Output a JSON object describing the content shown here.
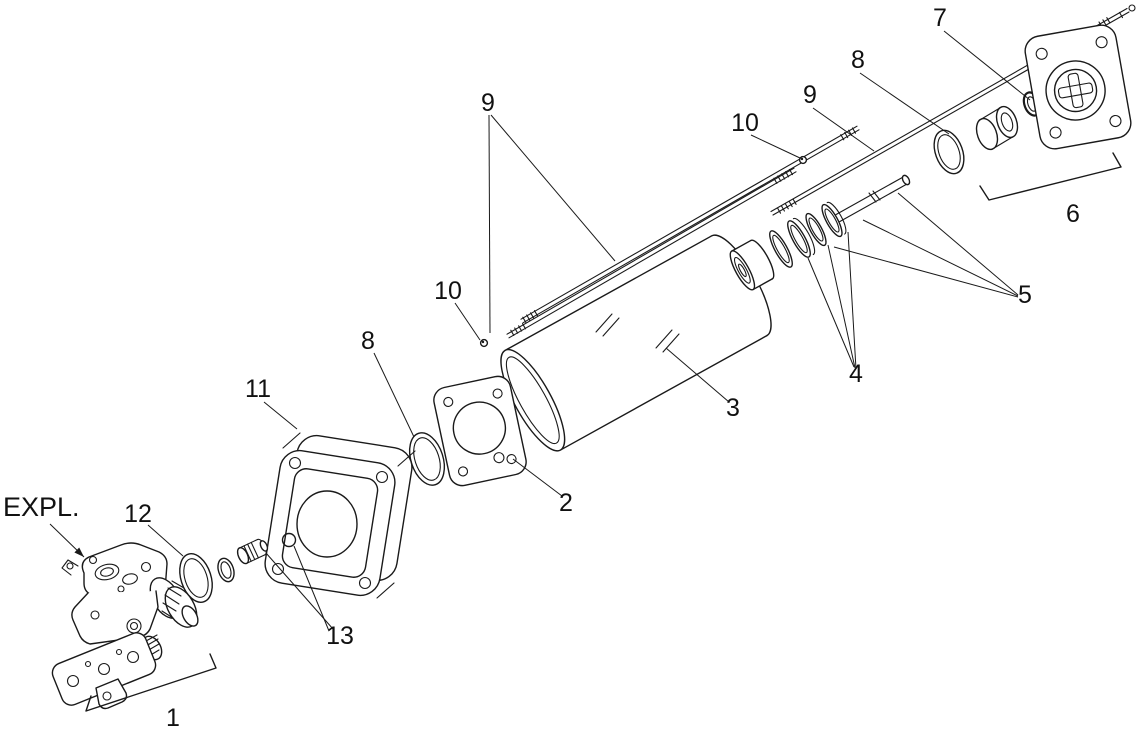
{
  "diagram": {
    "annotation": "EXPL.",
    "callouts": {
      "n1": "1",
      "n2": "2",
      "n3": "3",
      "n4": "4",
      "n5": "5",
      "n6": "6",
      "n7": "7",
      "n8a": "8",
      "n8b": "8",
      "n9a": "9",
      "n9b": "9",
      "n10a": "10",
      "n10b": "10",
      "n11": "11",
      "n12": "12",
      "n13": "13"
    }
  }
}
